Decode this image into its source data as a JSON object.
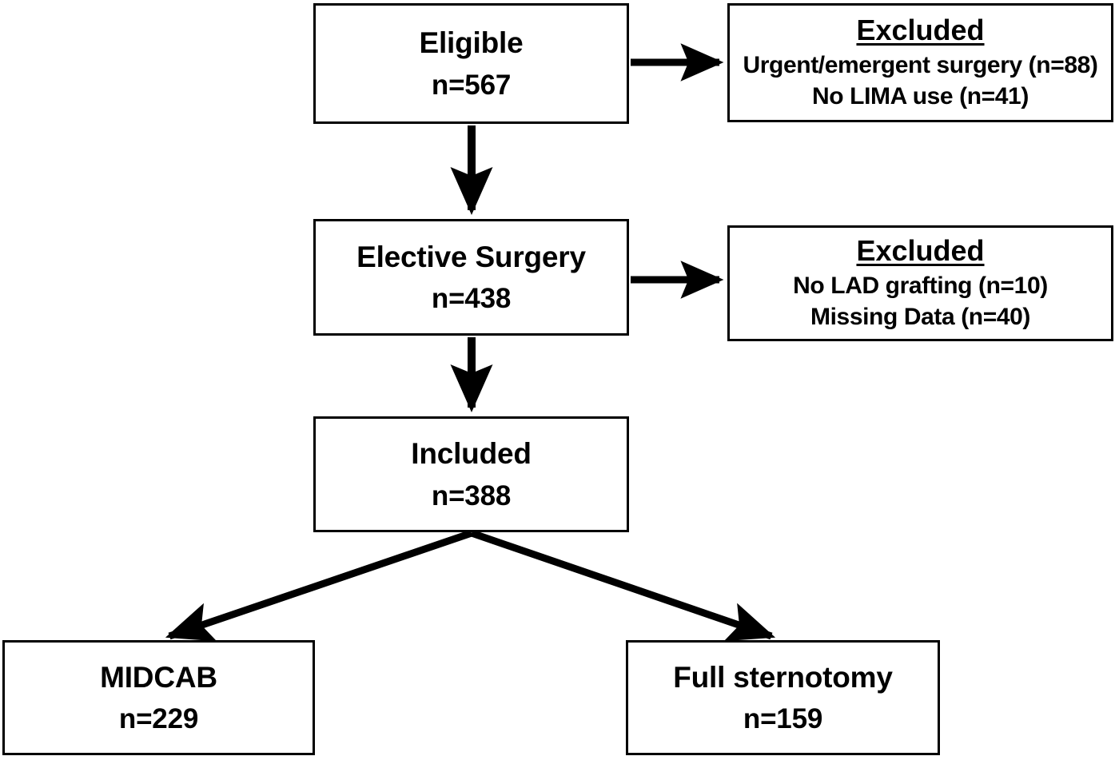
{
  "figure": {
    "type": "flowchart",
    "orientation": "top-to-bottom",
    "background": "#ffffff",
    "stroke_color": "#000000"
  },
  "nodes": {
    "eligible": {
      "title": "Eligible",
      "count": "n=567"
    },
    "excluded_1": {
      "title": "Excluded",
      "reason_1": "Urgent/emergent surgery (n=88)",
      "reason_2": "No LIMA use (n=41)"
    },
    "elective": {
      "title": "Elective Surgery",
      "count": "n=438"
    },
    "excluded_2": {
      "title": "Excluded",
      "reason_1": "No LAD grafting (n=10)",
      "reason_2": "Missing Data (n=40)"
    },
    "included": {
      "title": "Included",
      "count": "n=388"
    },
    "midcab": {
      "title": "MIDCAB",
      "count": "n=229"
    },
    "sternotomy": {
      "title": "Full sternotomy",
      "count": "n=159"
    }
  },
  "chart_data": {
    "type": "flowchart",
    "title": "",
    "nodes": [
      {
        "id": "eligible",
        "label": "Eligible",
        "n": 567
      },
      {
        "id": "excluded_1",
        "label": "Excluded",
        "items": [
          {
            "label": "Urgent/emergent surgery",
            "n": 88
          },
          {
            "label": "No LIMA use",
            "n": 41
          }
        ]
      },
      {
        "id": "elective",
        "label": "Elective Surgery",
        "n": 438
      },
      {
        "id": "excluded_2",
        "label": "Excluded",
        "items": [
          {
            "label": "No LAD grafting",
            "n": 10
          },
          {
            "label": "Missing Data",
            "n": 40
          }
        ]
      },
      {
        "id": "included",
        "label": "Included",
        "n": 388
      },
      {
        "id": "midcab",
        "label": "MIDCAB",
        "n": 229
      },
      {
        "id": "sternotomy",
        "label": "Full sternotomy",
        "n": 159
      }
    ],
    "edges": [
      {
        "from": "eligible",
        "to": "excluded_1",
        "direction": "right"
      },
      {
        "from": "eligible",
        "to": "elective",
        "direction": "down"
      },
      {
        "from": "elective",
        "to": "excluded_2",
        "direction": "right"
      },
      {
        "from": "elective",
        "to": "included",
        "direction": "down"
      },
      {
        "from": "included",
        "to": "midcab",
        "direction": "down-left"
      },
      {
        "from": "included",
        "to": "sternotomy",
        "direction": "down-right"
      }
    ]
  }
}
